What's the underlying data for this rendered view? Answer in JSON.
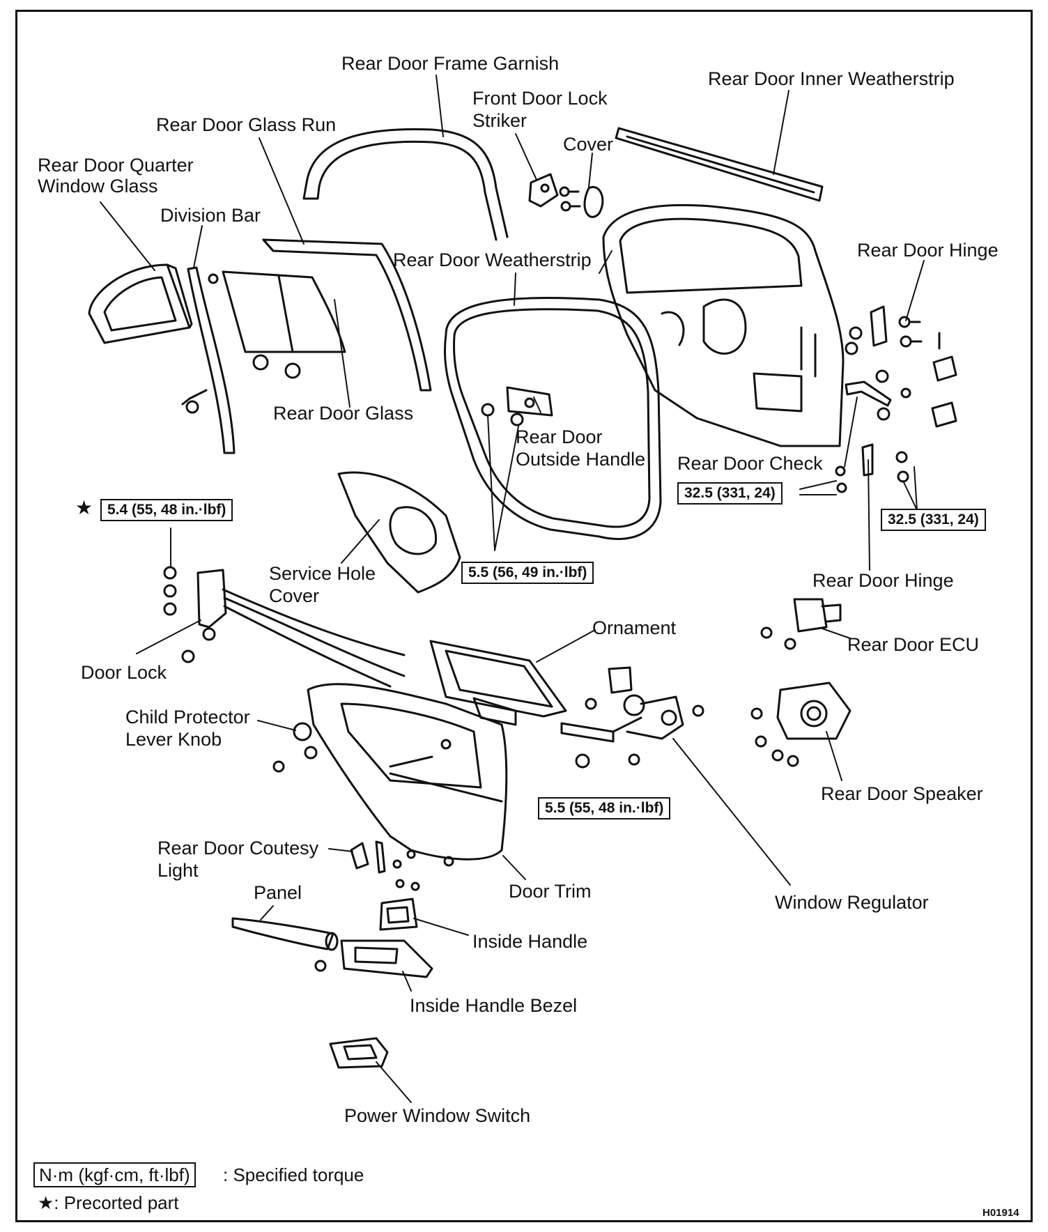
{
  "parts": {
    "rear_door_frame_garnish": "Rear Door Frame Garnish",
    "rear_door_inner_weatherstrip": "Rear Door Inner Weatherstrip",
    "front_door_lock_striker_1": "Front Door Lock",
    "front_door_lock_striker_2": "Striker",
    "rear_door_glass_run": "Rear Door Glass Run",
    "cover": "Cover",
    "rear_door_quarter_window_glass_1": "Rear Door Quarter",
    "rear_door_quarter_window_glass_2": "Window Glass",
    "division_bar": "Division Bar",
    "rear_door_weatherstrip": "Rear Door Weatherstrip",
    "rear_door_hinge_upper": "Rear Door Hinge",
    "rear_door_glass": "Rear Door Glass",
    "rear_door_outside_handle_1": "Rear Door",
    "rear_door_outside_handle_2": "Outside Handle",
    "rear_door_check": "Rear Door Check",
    "service_hole_cover_1": "Service Hole",
    "service_hole_cover_2": "Cover",
    "rear_door_hinge_lower": "Rear Door Hinge",
    "ornament": "Ornament",
    "rear_door_ecu": "Rear Door ECU",
    "door_lock": "Door Lock",
    "child_protector_lever_knob_1": "Child Protector",
    "child_protector_lever_knob_2": "Lever Knob",
    "rear_door_speaker": "Rear Door Speaker",
    "rear_door_courtesy_light_1": "Rear Door Coutesy",
    "rear_door_courtesy_light_2": "Light",
    "panel": "Panel",
    "door_trim": "Door Trim",
    "window_regulator": "Window Regulator",
    "inside_handle": "Inside Handle",
    "inside_handle_bezel": "Inside Handle Bezel",
    "power_window_switch": "Power Window Switch"
  },
  "torques": {
    "door_lock": "5.4 (55, 48 in.·lbf)",
    "outside_handle": "5.5 (56, 49 in.·lbf)",
    "check": "32.5 (331, 24)",
    "hinge": "32.5 (331, 24)",
    "regulator": "5.5 (55, 48 in.·lbf)"
  },
  "star_symbol": "★",
  "legend": {
    "unit_box": "N·m (kgf·cm, ft·lbf)",
    "unit_text": ": Specified torque",
    "precoated": "★: Precorted part"
  },
  "figure_code": "H01914"
}
